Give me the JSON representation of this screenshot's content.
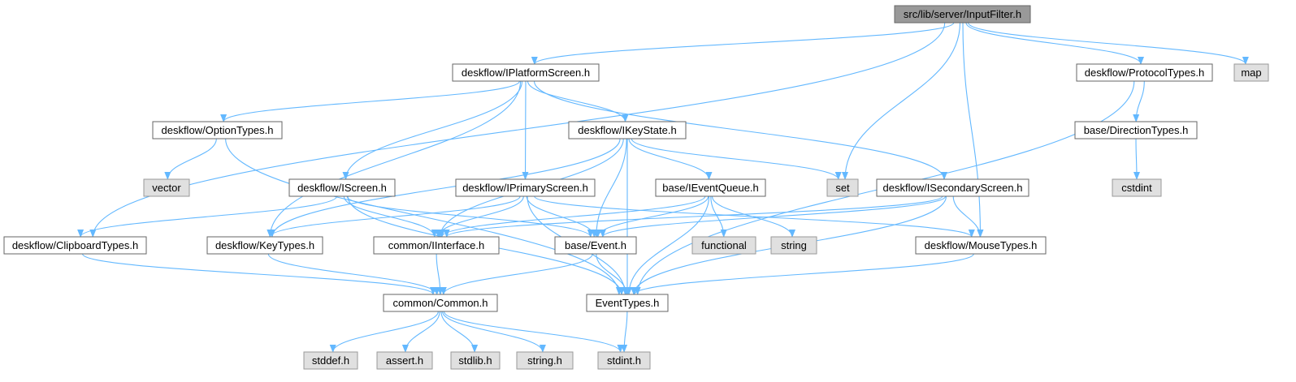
{
  "colors": {
    "edge": "#63b8ff",
    "root_fill": "#999999",
    "root_stroke": "#666666",
    "local_fill": "#ffffff",
    "local_stroke": "#666666",
    "system_fill": "#e0e0e0",
    "system_stroke": "#999999"
  },
  "nodes": [
    {
      "id": "inputfilter",
      "label": "src/lib/server/InputFilter.h",
      "kind": "root"
    },
    {
      "id": "iplatformscreen",
      "label": "deskflow/IPlatformScreen.h",
      "kind": "local"
    },
    {
      "id": "protocoltypes",
      "label": "deskflow/ProtocolTypes.h",
      "kind": "local"
    },
    {
      "id": "map",
      "label": "map",
      "kind": "system"
    },
    {
      "id": "optiontypes",
      "label": "deskflow/OptionTypes.h",
      "kind": "local"
    },
    {
      "id": "ikeystate",
      "label": "deskflow/IKeyState.h",
      "kind": "local"
    },
    {
      "id": "directiontypes",
      "label": "base/DirectionTypes.h",
      "kind": "local"
    },
    {
      "id": "vector",
      "label": "vector",
      "kind": "system"
    },
    {
      "id": "iscreen",
      "label": "deskflow/IScreen.h",
      "kind": "local"
    },
    {
      "id": "iprimaryscreen",
      "label": "deskflow/IPrimaryScreen.h",
      "kind": "local"
    },
    {
      "id": "ieventqueue",
      "label": "base/IEventQueue.h",
      "kind": "local"
    },
    {
      "id": "set",
      "label": "set",
      "kind": "system"
    },
    {
      "id": "isecondaryscreen",
      "label": "deskflow/ISecondaryScreen.h",
      "kind": "local"
    },
    {
      "id": "cstdint",
      "label": "cstdint",
      "kind": "system"
    },
    {
      "id": "clipboardtypes",
      "label": "deskflow/ClipboardTypes.h",
      "kind": "local"
    },
    {
      "id": "keytypes",
      "label": "deskflow/KeyTypes.h",
      "kind": "local"
    },
    {
      "id": "iinterface",
      "label": "common/IInterface.h",
      "kind": "local"
    },
    {
      "id": "event",
      "label": "base/Event.h",
      "kind": "local"
    },
    {
      "id": "functional",
      "label": "functional",
      "kind": "system"
    },
    {
      "id": "string",
      "label": "string",
      "kind": "system"
    },
    {
      "id": "mousetypes",
      "label": "deskflow/MouseTypes.h",
      "kind": "local"
    },
    {
      "id": "common",
      "label": "common/Common.h",
      "kind": "local"
    },
    {
      "id": "eventtypes",
      "label": "EventTypes.h",
      "kind": "local"
    },
    {
      "id": "stddef",
      "label": "stddef.h",
      "kind": "system"
    },
    {
      "id": "assert",
      "label": "assert.h",
      "kind": "system"
    },
    {
      "id": "stdlib",
      "label": "stdlib.h",
      "kind": "system"
    },
    {
      "id": "stringh",
      "label": "string.h",
      "kind": "system"
    },
    {
      "id": "stdint",
      "label": "stdint.h",
      "kind": "system"
    }
  ],
  "edges": [
    [
      "inputfilter",
      "iplatformscreen"
    ],
    [
      "inputfilter",
      "protocoltypes"
    ],
    [
      "inputfilter",
      "map"
    ],
    [
      "inputfilter",
      "set"
    ],
    [
      "inputfilter",
      "mousetypes"
    ],
    [
      "inputfilter",
      "clipboardtypes"
    ],
    [
      "iplatformscreen",
      "optiontypes"
    ],
    [
      "iplatformscreen",
      "ikeystate"
    ],
    [
      "iplatformscreen",
      "iscreen"
    ],
    [
      "iplatformscreen",
      "iprimaryscreen"
    ],
    [
      "iplatformscreen",
      "isecondaryscreen"
    ],
    [
      "iplatformscreen",
      "keytypes"
    ],
    [
      "protocoltypes",
      "directiontypes"
    ],
    [
      "protocoltypes",
      "eventtypes"
    ],
    [
      "directiontypes",
      "cstdint"
    ],
    [
      "optiontypes",
      "vector"
    ],
    [
      "optiontypes",
      "eventtypes"
    ],
    [
      "ikeystate",
      "ieventqueue"
    ],
    [
      "ikeystate",
      "set"
    ],
    [
      "ikeystate",
      "keytypes"
    ],
    [
      "ikeystate",
      "iinterface"
    ],
    [
      "ikeystate",
      "event"
    ],
    [
      "ikeystate",
      "eventtypes"
    ],
    [
      "iscreen",
      "clipboardtypes"
    ],
    [
      "iscreen",
      "iinterface"
    ],
    [
      "iscreen",
      "event"
    ],
    [
      "iscreen",
      "eventtypes"
    ],
    [
      "iprimaryscreen",
      "keytypes"
    ],
    [
      "iprimaryscreen",
      "iinterface"
    ],
    [
      "iprimaryscreen",
      "event"
    ],
    [
      "iprimaryscreen",
      "mousetypes"
    ],
    [
      "iprimaryscreen",
      "eventtypes"
    ],
    [
      "ieventqueue",
      "iinterface"
    ],
    [
      "ieventqueue",
      "event"
    ],
    [
      "ieventqueue",
      "functional"
    ],
    [
      "ieventqueue",
      "string"
    ],
    [
      "ieventqueue",
      "eventtypes"
    ],
    [
      "isecondaryscreen",
      "event"
    ],
    [
      "isecondaryscreen",
      "mousetypes"
    ],
    [
      "isecondaryscreen",
      "eventtypes"
    ],
    [
      "isecondaryscreen",
      "iinterface"
    ],
    [
      "clipboardtypes",
      "common"
    ],
    [
      "keytypes",
      "common"
    ],
    [
      "iinterface",
      "common"
    ],
    [
      "event",
      "common"
    ],
    [
      "event",
      "eventtypes"
    ],
    [
      "mousetypes",
      "eventtypes"
    ],
    [
      "common",
      "stddef"
    ],
    [
      "common",
      "assert"
    ],
    [
      "common",
      "stdlib"
    ],
    [
      "common",
      "stringh"
    ],
    [
      "common",
      "stdint"
    ],
    [
      "eventtypes",
      "stdint"
    ]
  ]
}
